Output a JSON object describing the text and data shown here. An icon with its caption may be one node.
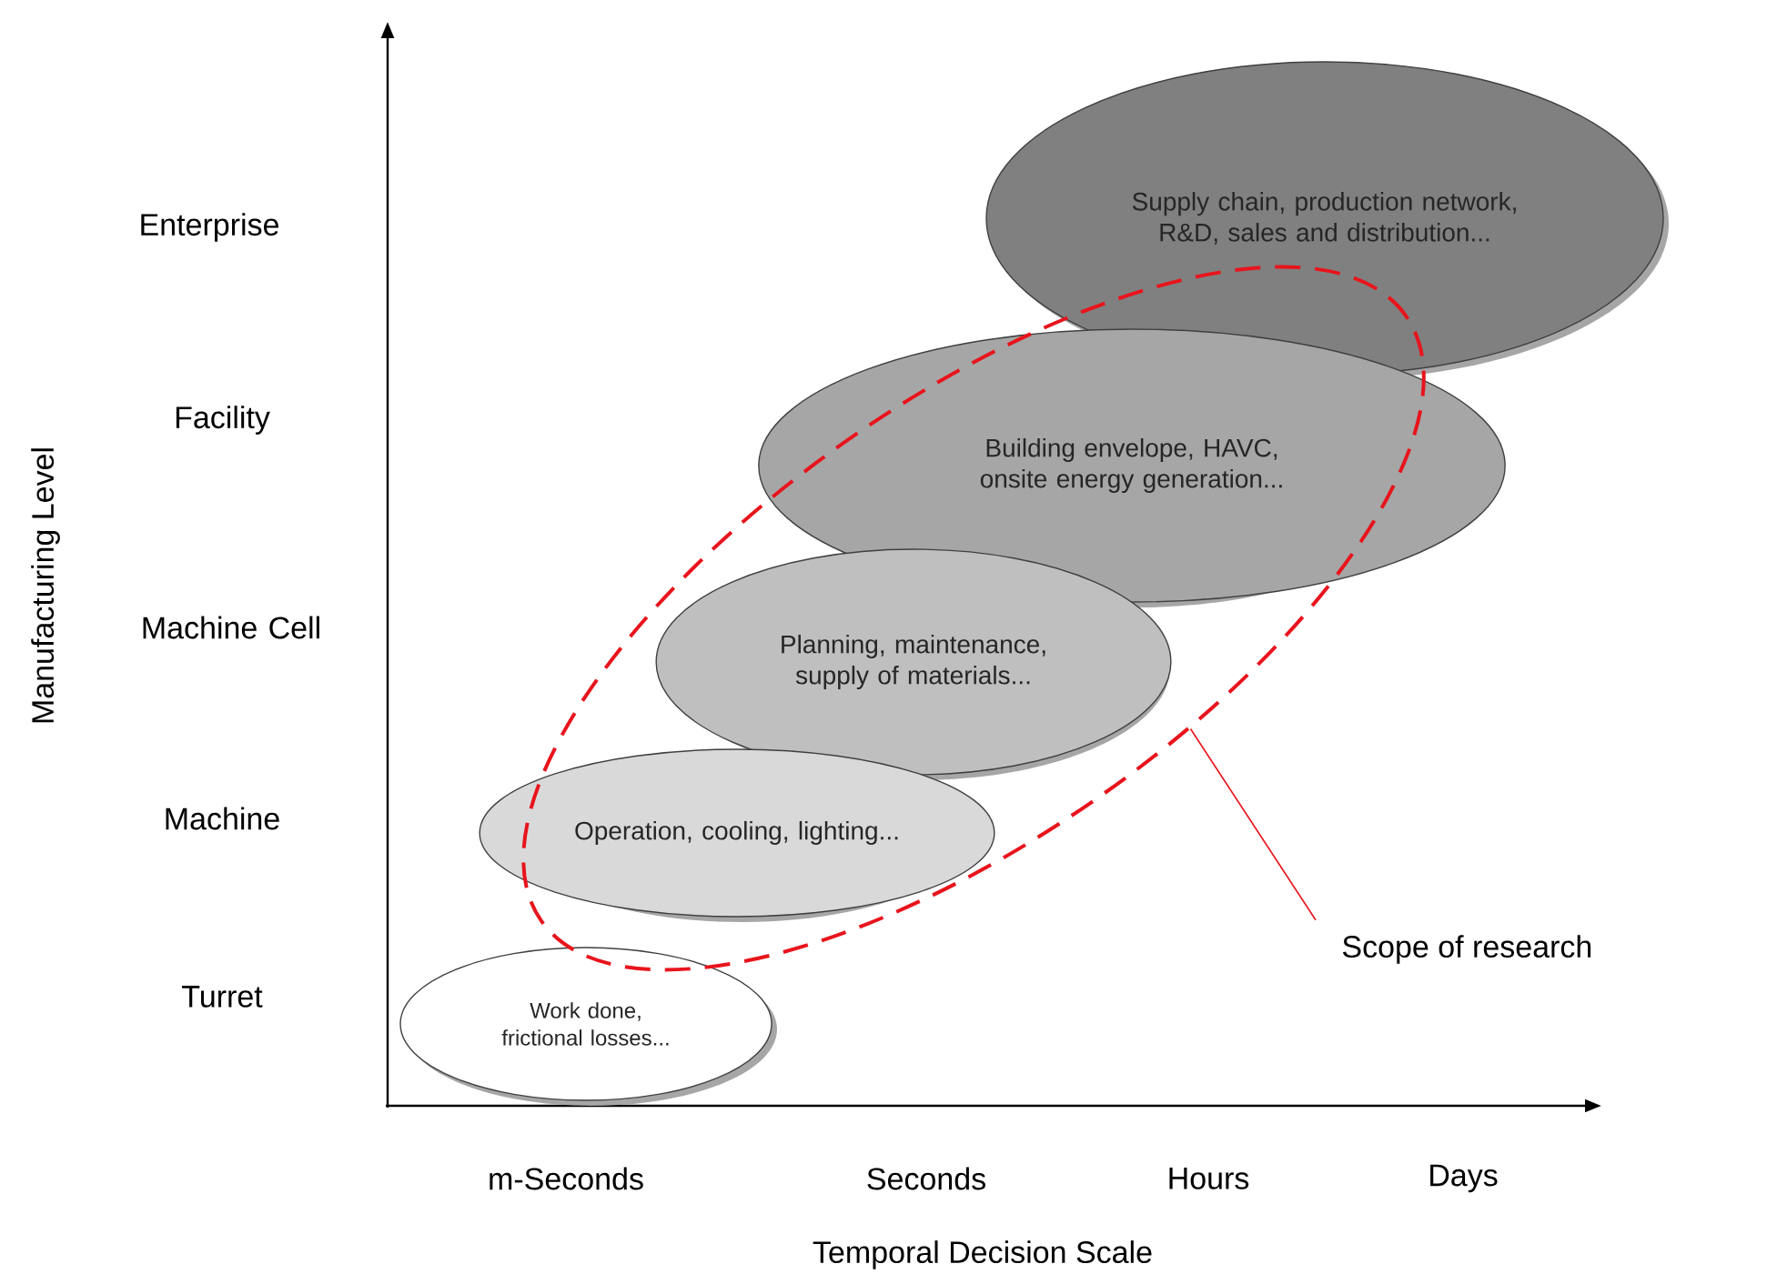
{
  "diagram": {
    "nodes": [
      {
        "text": [
          "Supply chain, production network, R&D, sales and distribution..."
        ]
      },
      {
        "text": [
          "Building envelope, HAVC, onsite energy generation..."
        ]
      },
      {
        "text": [
          "Planning, maintenance, supply of materials..."
        ],
        "in": 5
      },
      {
        "text": [
          "Operation, cooling, lighting..."
        ]
      },
      {
        "text": [
          "Work done, frictional losses..."
        ]
      },
      {
        "text": [],
        "shape": "ellipse"
      },
      {
        "text": [
          "Scope of research"
        ]
      }
    ],
    "edges": [
      {
        "from": 6,
        "to": 5,
        "arrow": "none",
        "color": "#e8141c"
      }
    ],
    "labels": [
      "Manufacturing Level",
      "Enterprise",
      "Facility",
      "Machine Cell",
      "Machine",
      "Turret",
      "m-Seconds",
      "Seconds",
      "Hours",
      "Days",
      "Temporal Decision Scale"
    ]
  }
}
